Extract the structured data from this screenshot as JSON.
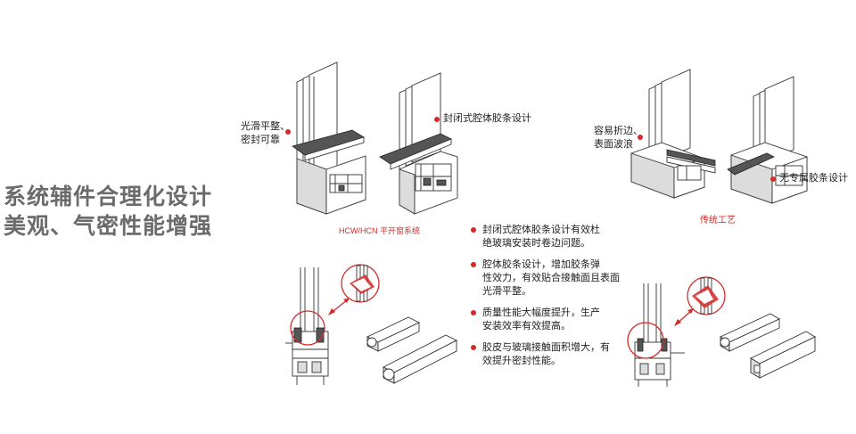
{
  "headline": {
    "line1": "系统辅件合理化设计",
    "line2": "美观、气密性能增强"
  },
  "left_diagram": {
    "label_smooth": [
      "光滑平整、",
      "密封可靠"
    ],
    "label_closed_gasket": "封闭式腔体胶条设计",
    "caption": "HCW/HCN  平开窗系统"
  },
  "right_diagram": {
    "label_edge": [
      "容易折边、",
      "表面波浪"
    ],
    "label_no_gasket": "无专属胶条设计",
    "caption": "传统工艺"
  },
  "bullets": [
    [
      "封闭式腔体胶条设计有效杜",
      "绝玻璃安装时卷边问题。"
    ],
    [
      "腔体胶条设计，增加胶条弹",
      "性效力，有效贴合接触面且表面",
      "光滑平整。"
    ],
    [
      "质量性能大幅度提升，生产",
      "安装效率有效提高。"
    ],
    [
      "胶皮与玻璃接触面积增大，有",
      "效提升密封性能。"
    ]
  ],
  "colors": {
    "accent": "#d42a2a",
    "headline": "#6b6b6b"
  }
}
